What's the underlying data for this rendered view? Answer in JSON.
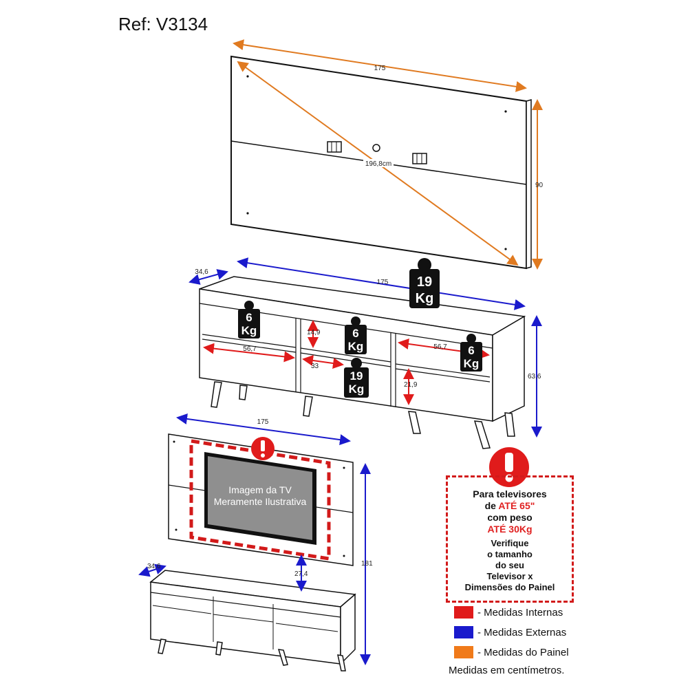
{
  "ref": "Ref: V3134",
  "panel": {
    "width": "175",
    "height": "90",
    "diagonal": "196,8cm"
  },
  "rack": {
    "width": "175",
    "depth": "34,6",
    "height": "63,6",
    "top_load": [
      "19",
      "Kg"
    ],
    "load_left": [
      "6",
      "Kg"
    ],
    "load_center_top": [
      "6",
      "Kg"
    ],
    "load_right": [
      "6",
      "Kg"
    ],
    "load_center_bottom": [
      "19",
      "Kg"
    ],
    "niche_width_left": "56,7",
    "niche_width_right": "56,7",
    "niche_height_top": "14,9",
    "niche_width_center": "33",
    "niche_height_bottom": "21,9"
  },
  "assembly": {
    "width": "175",
    "depth": "34,6",
    "total_height": "181",
    "gap": "27,4",
    "tv_caption": [
      "Imagem da TV",
      "Meramente Ilustrativa"
    ]
  },
  "warning": {
    "line1": "Para televisores",
    "line2_prefix": "de ",
    "line2_highlight": "ATÉ 65\"",
    "line3": "com peso",
    "line4": "ATÉ 30Kg",
    "line5": "Verifique",
    "line6": "o tamanho",
    "line7": "do seu",
    "line8": "Televisor x",
    "line9": "Dimensões do Painel"
  },
  "legend": [
    {
      "label": "- Medidas Internas",
      "color": "#e01b1b"
    },
    {
      "label": "- Medidas Externas",
      "color": "#1a1acc"
    },
    {
      "label": "- Medidas do Painel",
      "color": "#f07a1a"
    }
  ],
  "footnote": "Medidas em centímetros.",
  "colors": {
    "internal": "#e01b1b",
    "external": "#1a1acc",
    "panel": "#e07a20"
  }
}
